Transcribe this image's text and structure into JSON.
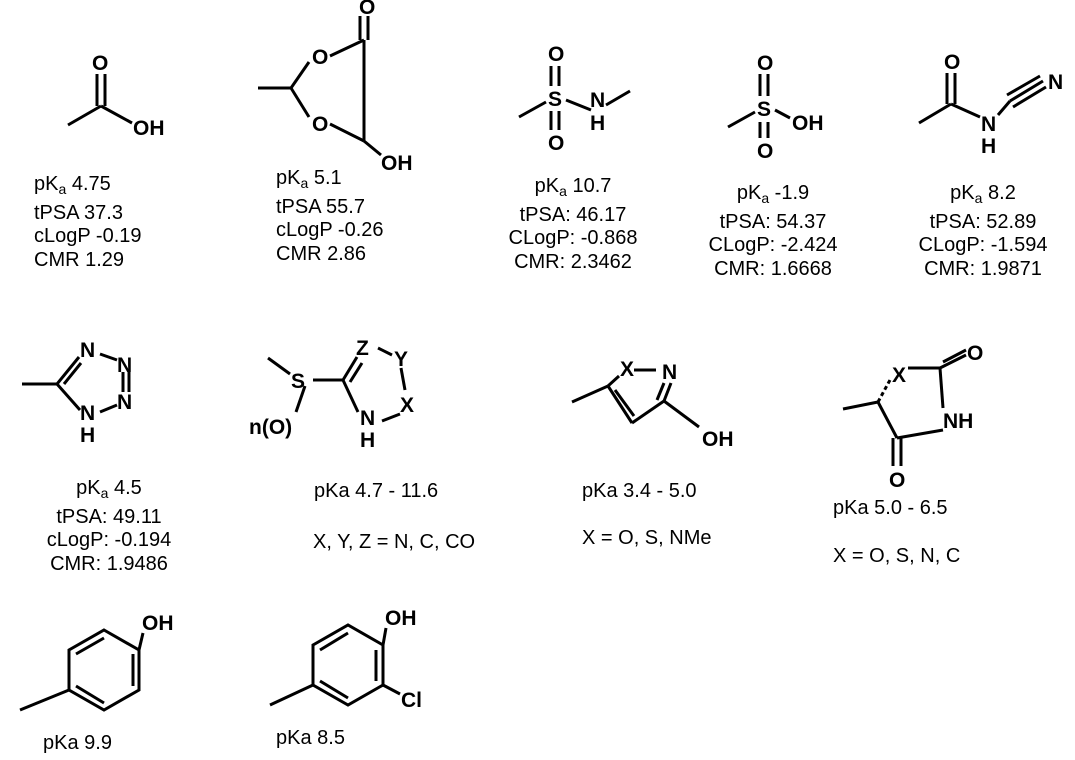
{
  "molecules": [
    {
      "id": "acetic-acid",
      "atom_labels": [
        "O",
        "OH"
      ],
      "pka_prefix": "pK",
      "pka_sub": "a",
      "pka_value": "4.75",
      "lines": [
        "tPSA 37.3",
        "cLogP -0.19",
        "CMR 1.29"
      ]
    },
    {
      "id": "dioxinone",
      "atom_labels": [
        "O",
        "O",
        "O",
        "OH"
      ],
      "pka_prefix": "pK",
      "pka_sub": "a",
      "pka_value": "5.1",
      "lines": [
        "tPSA 55.7",
        "cLogP -0.26",
        "CMR 2.86"
      ]
    },
    {
      "id": "sulfonamide",
      "atom_labels": [
        "O",
        "S",
        "O",
        "N",
        "H"
      ],
      "pka_prefix": "pK",
      "pka_sub": "a",
      "pka_value": "10.7",
      "lines": [
        "tPSA: 46.17",
        "CLogP: -0.868",
        "CMR: 2.3462"
      ]
    },
    {
      "id": "sulfonic-acid",
      "atom_labels": [
        "O",
        "S",
        "O",
        "OH"
      ],
      "pka_prefix": "pK",
      "pka_sub": "a",
      "pka_value": "-1.9",
      "lines": [
        "tPSA: 54.37",
        "CLogP: -2.424",
        "CMR: 1.6668"
      ]
    },
    {
      "id": "acylcyanamide",
      "atom_labels": [
        "O",
        "N",
        "H",
        "N"
      ],
      "pka_prefix": "pK",
      "pka_sub": "a",
      "pka_value": "8.2",
      "lines": [
        "tPSA: 52.89",
        "CLogP: -1.594",
        "CMR: 1.9871"
      ]
    },
    {
      "id": "tetrazole",
      "atom_labels": [
        "N",
        "N",
        "N",
        "N",
        "H"
      ],
      "pka_prefix": "pK",
      "pka_sub": "a",
      "pka_value": "4.5",
      "lines": [
        "tPSA: 49.11",
        "cLogP: -0.194",
        "CMR: 1.9486"
      ]
    },
    {
      "id": "sulfur-heterocycle",
      "atom_labels": [
        "S",
        "n(O)",
        "Z",
        "Y",
        "X",
        "N",
        "H"
      ],
      "pka_text": "pKa 4.7 - 11.6",
      "note": "X, Y, Z = N, C, CO"
    },
    {
      "id": "hydroxy-isoxazole",
      "atom_labels": [
        "X",
        "N",
        "OH"
      ],
      "pka_text": "pKa 3.4 - 5.0",
      "note": "X = O, S, NMe"
    },
    {
      "id": "imide",
      "atom_labels": [
        "X",
        "O",
        "NH",
        "O"
      ],
      "pka_text": "pKa 5.0 - 6.5",
      "note": "X = O, S, N, C"
    },
    {
      "id": "p-cresol",
      "atom_labels": [
        "OH"
      ],
      "pka_text": "pKa 9.9"
    },
    {
      "id": "chlorocresol",
      "atom_labels": [
        "OH",
        "Cl"
      ],
      "pka_text": "pKa 8.5"
    }
  ]
}
